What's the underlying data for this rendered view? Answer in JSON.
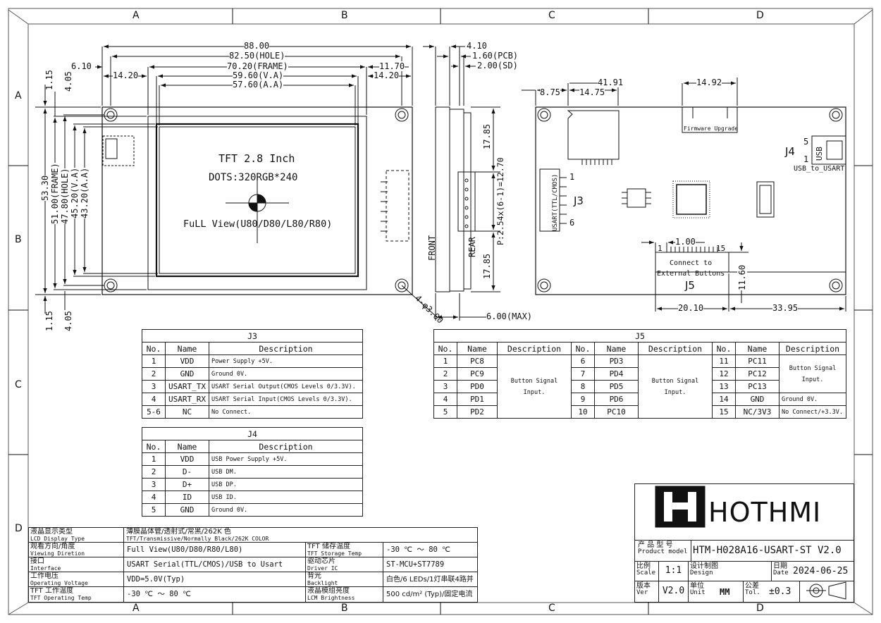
{
  "sheet": {
    "grid_top": [
      "A",
      "B",
      "C",
      "D"
    ],
    "grid_side": [
      "A",
      "B",
      "C",
      "D"
    ],
    "grid_bottom": [
      "A",
      "B",
      "C",
      "D"
    ]
  },
  "lcd": {
    "title": "TFT 2.8 Inch",
    "dots": "DOTS:320RGB*240",
    "view": "FuLL View(U80/D80/L80/R80)"
  },
  "front_dims": {
    "w_88": "88.00",
    "w_hole": "82.50(HOLE)",
    "w_frame": "70.20(FRAME)",
    "w_va": "59.60(V.A)",
    "w_aa": "57.60(A.A)",
    "d_610": "6.10",
    "d_1420a": "14.20",
    "d_1170": "11.70",
    "d_1420b": "14.20",
    "h_5330": "53.30",
    "h_frame": "51.00(FRAME)",
    "h_hole": "47.80(HOLE)",
    "h_va": "45.20(V.A)",
    "h_aa": "43.20(A.A)",
    "d_115t": "1.15",
    "d_405t": "4.05",
    "d_115b": "1.15",
    "d_405b": "4.05",
    "hole": "4-φ3.00"
  },
  "side_dims": {
    "d_410": "4.10",
    "d_pcb": "1.60(PCB)",
    "d_sd": "2.00(SD)",
    "d_1785a": "17.85",
    "pitch": "P:2.54x(6-1)=12.70",
    "d_1785b": "17.85",
    "max": "6.00(MAX)",
    "front": "FRONT",
    "rear": "REAR"
  },
  "rear_dims": {
    "d_4191": "41.91",
    "d_1492": "14.92",
    "d_875": "8.75",
    "d_1475": "14.75",
    "d_100": "1.00",
    "d_1160": "11.60",
    "d_2010": "20.10",
    "d_3395": "33.95",
    "firmware": "Firmware Upgrade",
    "j4": "J4",
    "j4_pin5": "5",
    "j4_pin1": "1",
    "usb": "USB",
    "usb_to_usart": "USB_to_USART",
    "j3": "J3",
    "j3_pin1": "1",
    "j3_pin6": "6",
    "j3_label": "USART(TTL/CMOS)",
    "j5": "J5",
    "j5_pin1": "1",
    "j5_pin15": "15",
    "connect": "Connect to",
    "external": "External Buttons"
  },
  "j3_table": {
    "title": "J3",
    "headers": [
      "No.",
      "Name",
      "Description"
    ],
    "rows": [
      [
        "1",
        "VDD",
        "Power Supply +5V."
      ],
      [
        "2",
        "GND",
        "Ground 0V."
      ],
      [
        "3",
        "USART_TX",
        "USART Serial Output(CMOS Levels 0/3.3V)."
      ],
      [
        "4",
        "USART_RX",
        "USART Serial Input(CMOS Levels 0/3.3V)."
      ],
      [
        "5-6",
        "NC",
        "No Connect."
      ]
    ]
  },
  "j4_table": {
    "title": "J4",
    "headers": [
      "No.",
      "Name",
      "Description"
    ],
    "rows": [
      [
        "1",
        "VDD",
        "USB Power Supply +5V."
      ],
      [
        "2",
        "D-",
        "USB DM."
      ],
      [
        "3",
        "D+",
        "USB DP."
      ],
      [
        "4",
        "ID",
        "USB ID."
      ],
      [
        "5",
        "GND",
        "Ground 0V."
      ]
    ]
  },
  "j5_table": {
    "title": "J5",
    "headers": [
      "No.",
      "Name",
      "Description",
      "No.",
      "Name",
      "Description",
      "No.",
      "Name",
      "Description"
    ],
    "col1": [
      [
        "1",
        "PC8"
      ],
      [
        "2",
        "PC9"
      ],
      [
        "3",
        "PD0"
      ],
      [
        "4",
        "PD1"
      ],
      [
        "5",
        "PD2"
      ]
    ],
    "col2": [
      [
        "6",
        "PD3"
      ],
      [
        "7",
        "PD4"
      ],
      [
        "8",
        "PD5"
      ],
      [
        "9",
        "PD6"
      ],
      [
        "10",
        "PC10"
      ]
    ],
    "col3": [
      [
        "11",
        "PC11"
      ],
      [
        "12",
        "PC12"
      ],
      [
        "13",
        "PC13"
      ],
      [
        "14",
        "GND"
      ],
      [
        "15",
        "NC/3V3"
      ]
    ],
    "desc_button": "Button Signal Input.",
    "desc_gnd": "Ground 0V.",
    "desc_nc": "No Connect/+3.3V."
  },
  "specs": {
    "type_cn": "液晶显示类型",
    "type_en": "LCD Display Type",
    "type_v1": "薄膜晶体管/透射式/常黑/262K 色",
    "type_v2": "TFT/Transmissive/Normally Black/262K COLOR",
    "view_cn": "观看方向/角度",
    "view_en": "Viewing Diretion",
    "view_v": "Full View(U80/D80/R80/L80)",
    "storage_cn": "TFT 储存温度",
    "storage_en": "TFT Storage Temp",
    "storage_v": "-30 ℃ ～ 80 ℃",
    "iface_cn": "接口",
    "iface_en": "Interface",
    "iface_v": "USART Serial(TTL/CMOS)/USB to Usart",
    "driver_cn": "驱动芯片",
    "driver_en": "Driver IC",
    "driver_v": "ST-MCU+ST7789",
    "volt_cn": "工作电压",
    "volt_en": "Operating Voltage",
    "volt_v": "VDD=5.0V(Typ)",
    "back_cn": "背光",
    "back_en": "Backlight",
    "back_v": "白色/6 LEDs/1灯串联4路并联",
    "optemp_cn": "TFT 工作温度",
    "optemp_en": "TFT Operating Temp",
    "optemp_v": "-30 ℃ ～ 80 ℃",
    "bright_cn": "液晶模组亮度",
    "bright_en": "LCM Brightness",
    "bright_v": "500 cd/m² (Typ)/固定电流测试"
  },
  "titleblock": {
    "logo": "HOTHMI",
    "model_cn": "产 品 型 号",
    "model_en": "Product model",
    "model_v": "HTM-H028A16-USART-ST V2.0",
    "scale_cn": "比例",
    "scale_en": "Scale",
    "scale_v": "1:1",
    "design_cn": "设计制图",
    "design_en": "Design",
    "date_cn": "日期",
    "date_en": "Date",
    "date_v": "2024-06-25",
    "ver_cn": "版本",
    "ver_en": "Ver",
    "ver_v": "V2.0",
    "unit_cn": "单位",
    "unit_en": "Unit",
    "unit_v": "MM",
    "tol_cn": "公差",
    "tol_en": "Tol.",
    "tol_v": "±0.3"
  }
}
